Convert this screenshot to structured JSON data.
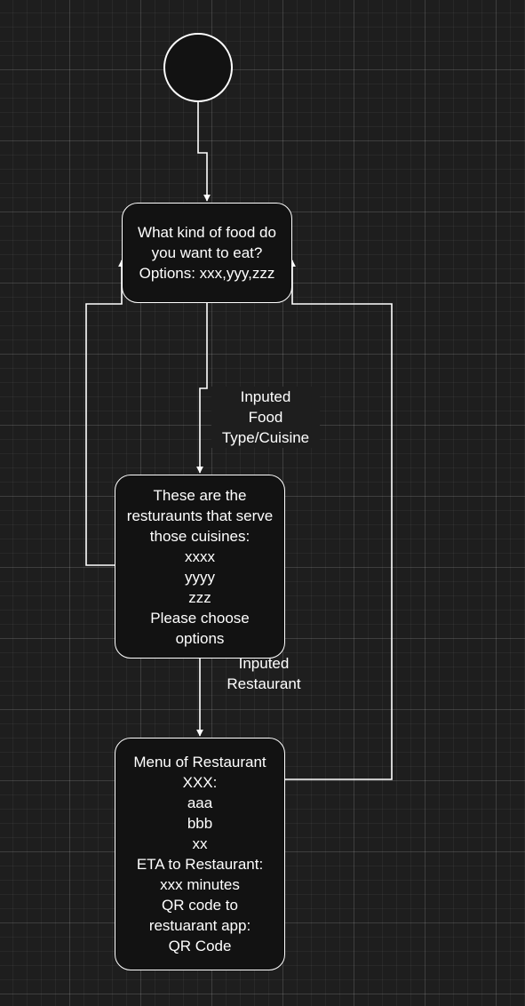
{
  "nodes": {
    "question": {
      "lines": [
        "What kind of food do",
        "you want to eat?",
        "Options: xxx,yyy,zzz"
      ]
    },
    "restaurants": {
      "lines": [
        "These are the",
        "resturaunts that serve",
        "those cuisines:",
        "xxxx",
        "yyyy",
        "zzz",
        "Please choose",
        "options"
      ]
    },
    "menu": {
      "lines": [
        "Menu of Restaurant",
        "XXX:",
        "aaa",
        "bbb",
        "xx",
        "ETA to Restaurant:",
        "xxx minutes",
        "QR code to",
        "restuarant app:",
        "QR Code"
      ]
    }
  },
  "edges": {
    "food_type": {
      "lines": [
        "Inputed",
        "Food",
        "Type/Cuisine"
      ]
    },
    "restaurant": {
      "lines": [
        "Inputed",
        "Restaurant"
      ]
    }
  },
  "colors": {
    "background": "#1e1e1e",
    "stroke": "#ffffff",
    "node_fill": "#121212"
  }
}
